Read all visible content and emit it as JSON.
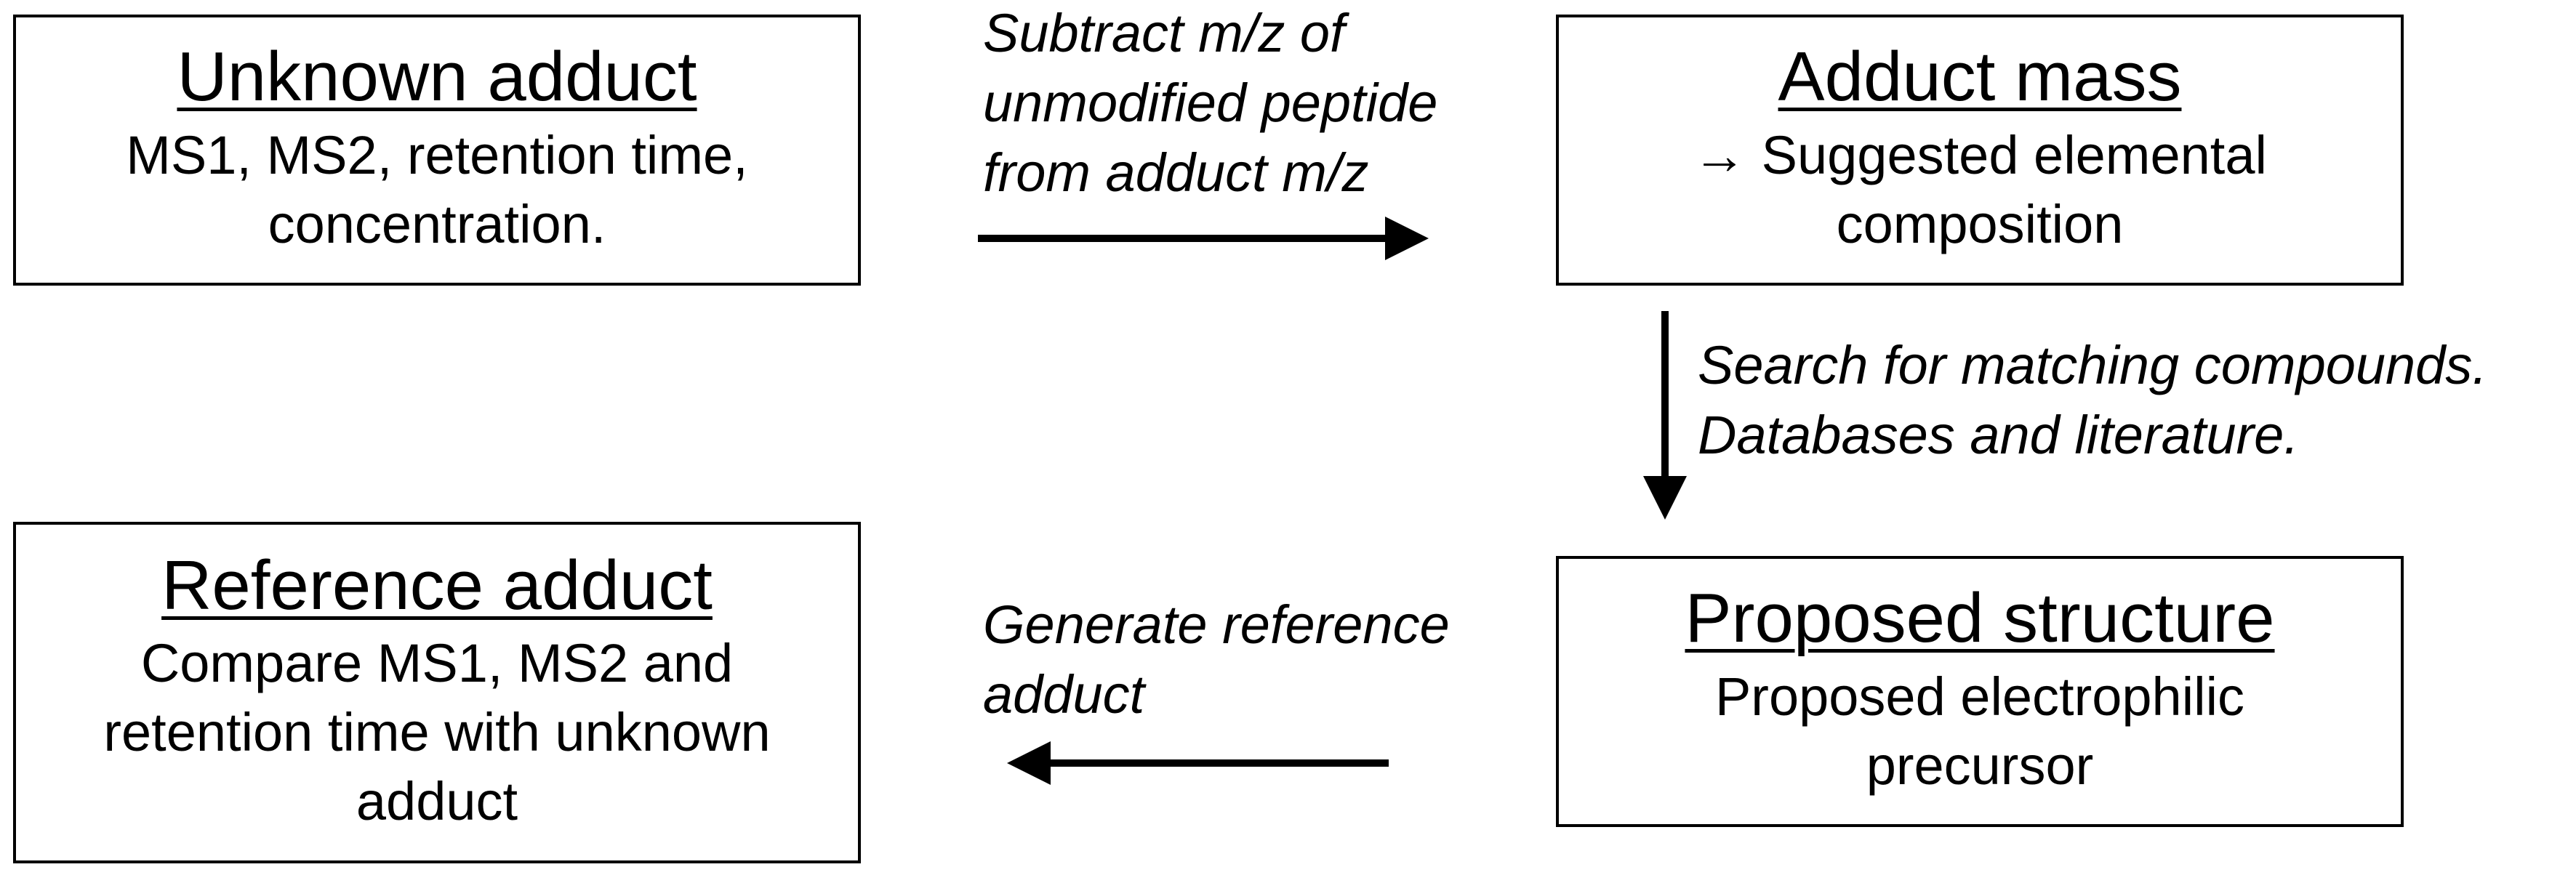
{
  "boxes": {
    "unknown": {
      "title": "Unknown adduct",
      "lines": [
        "MS1, MS2, retention time,",
        "concentration."
      ]
    },
    "mass": {
      "title": "Adduct mass",
      "lines": [
        "Suggested elemental",
        "composition"
      ]
    },
    "proposed": {
      "title": "Proposed structure",
      "lines": [
        "Proposed electrophilic",
        "precursor"
      ]
    },
    "reference": {
      "title": "Reference adduct",
      "lines": [
        "Compare MS1, MS2 and",
        "retention time with unknown",
        "adduct"
      ]
    }
  },
  "steps": {
    "subtract": [
      "Subtract m/z of",
      "unmodified peptide",
      "from adduct m/z"
    ],
    "search": [
      "Search for matching compounds.",
      "Databases and literature."
    ],
    "generate": [
      "Generate reference",
      "adduct"
    ]
  },
  "arrow_glyph": "→"
}
